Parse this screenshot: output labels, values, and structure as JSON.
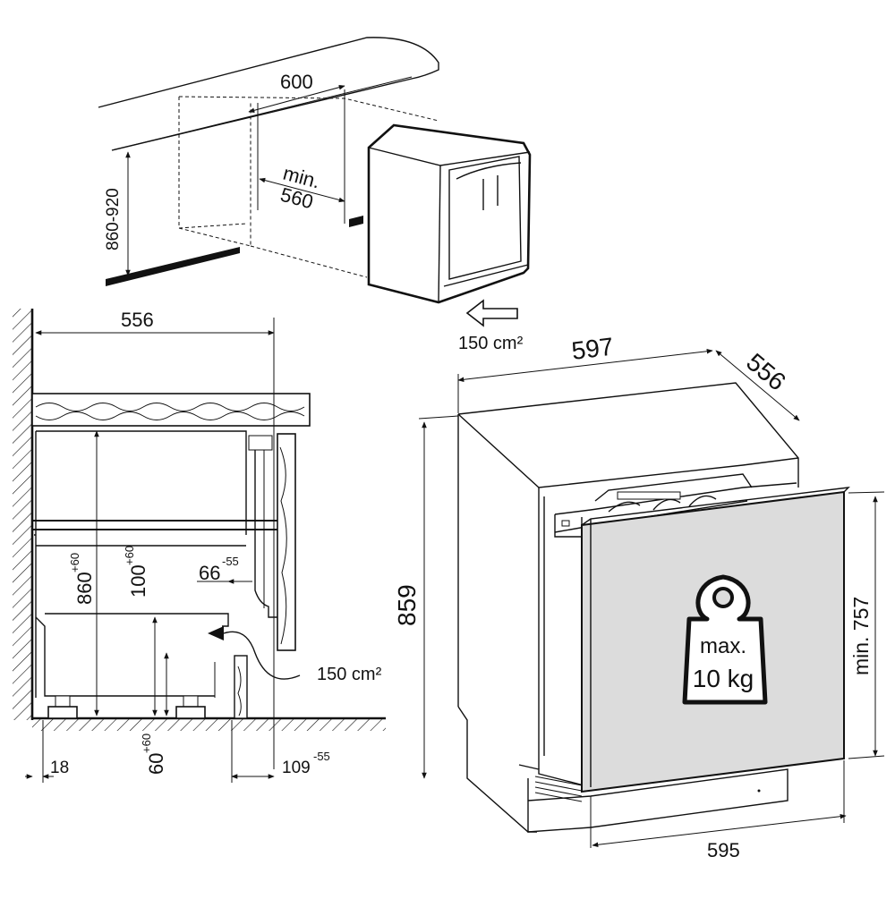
{
  "top_view": {
    "width_label": "600",
    "depth_label_line1": "min.",
    "depth_label_line2": "560",
    "height_label": "860-920",
    "ventilation_label": "150 cm²"
  },
  "side_view": {
    "width_label": "556",
    "height_label": "860",
    "height_tol": "+60",
    "plinth_height_label": "100",
    "plinth_height_tol": "+60",
    "gap_label": "66",
    "gap_tol": "-55",
    "foot_label": "60",
    "foot_tol": "+60",
    "left_offset_label": "18",
    "right_offset_label": "109",
    "right_offset_tol": "-55",
    "ventilation_label": "150 cm²"
  },
  "front_view": {
    "width_label": "597",
    "depth_label": "556",
    "height_label": "859",
    "door_height_label": "min. 757",
    "door_width_label": "595",
    "weight_line1": "max.",
    "weight_line2": "10 kg"
  }
}
